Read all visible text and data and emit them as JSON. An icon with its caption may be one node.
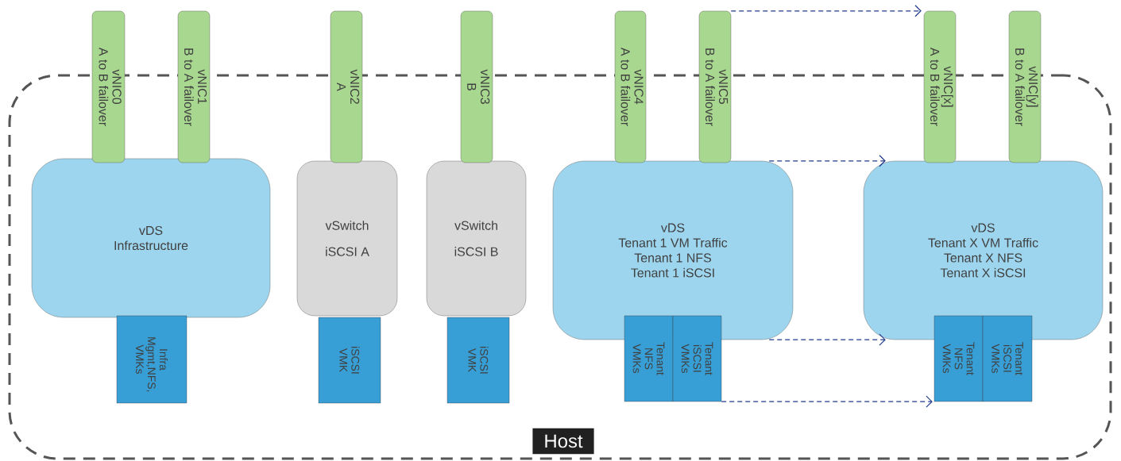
{
  "diagram": {
    "nodes": [
      {
        "text": [
          "Host"
        ]
      },
      {
        "text": [
          "vDS",
          "Infrastructure"
        ],
        "in": 0
      },
      {
        "text": [
          "vSwitch",
          "iSCSI A"
        ],
        "in": 0
      },
      {
        "text": [
          "vSwitch",
          "iSCSI B"
        ],
        "in": 0
      },
      {
        "text": [
          "vDS",
          "Tenant 1 VM Traffic",
          "Tenant 1 NFS",
          "Tenant 1 iSCSI"
        ],
        "in": 0
      },
      {
        "text": [
          "vDS",
          "Tenant X VM Traffic",
          "Tenant X NFS",
          "Tenant X iSCSI"
        ],
        "in": 0
      },
      {
        "text": [
          "vNIC0",
          "A to B failover"
        ]
      },
      {
        "text": [
          "vNIC1",
          "B to A failover"
        ]
      },
      {
        "text": [
          "vNIC2",
          "A"
        ]
      },
      {
        "text": [
          "vNIC3",
          "B"
        ]
      },
      {
        "text": [
          "vNIC4",
          "A to B failover"
        ]
      },
      {
        "text": [
          "vNIC5",
          "B to A failover"
        ]
      },
      {
        "text": [
          "vNIC[x]",
          "A to B failover"
        ]
      },
      {
        "text": [
          "vNIC[y]",
          "B to A failover"
        ]
      },
      {
        "text": [
          "Infra Mgmt,NFS, VMKs"
        ],
        "in": 0
      },
      {
        "text": [
          "iSCSI VMK"
        ],
        "in": 0
      },
      {
        "text": [
          "iSCSI VMK"
        ],
        "in": 0
      },
      {
        "text": [
          "Tenant NFS VMKs"
        ],
        "in": 0
      },
      {
        "text": [
          "Tenant iSCSI VMKs"
        ],
        "in": 0
      },
      {
        "text": [
          "Tenant NFS VMKs"
        ],
        "in": 0
      },
      {
        "text": [
          "Tenant iSCSI VMKs"
        ],
        "in": 0
      }
    ],
    "edges": [
      {
        "from": 11,
        "to": 12,
        "arrow": "to",
        "style": "dashed"
      },
      {
        "from": 4,
        "to": 5,
        "arrow": "to",
        "style": "dashed"
      },
      {
        "from": 4,
        "to": 5,
        "arrow": "to",
        "style": "dashed"
      },
      {
        "from": 18,
        "to": 19,
        "arrow": "to",
        "style": "dashed"
      }
    ]
  }
}
